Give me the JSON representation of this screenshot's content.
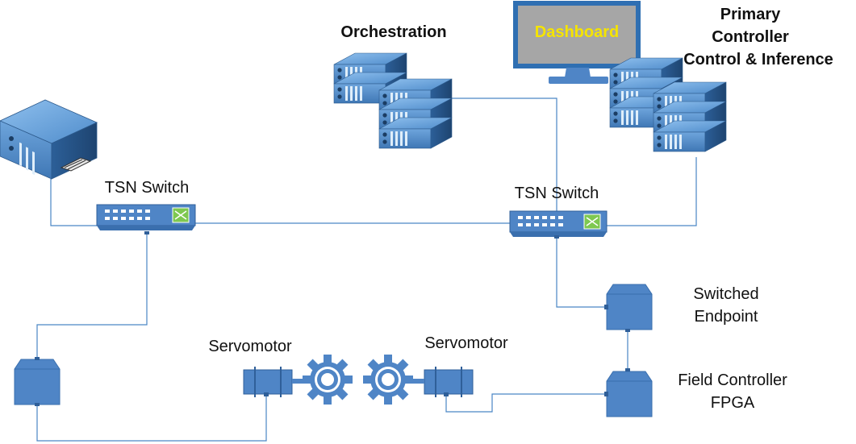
{
  "labels": {
    "orchestration": "Orchestration",
    "dashboard": "Dashboard",
    "primary_controller_line1": "Primary",
    "primary_controller_line2": "Controller",
    "primary_controller_line3": "Control & Inference",
    "tsn_switch_left": "TSN Switch",
    "tsn_switch_right": "TSN Switch",
    "switched_endpoint_line1": "Switched",
    "switched_endpoint_line2": "Endpoint",
    "field_controller_line1": "Field Controller",
    "field_controller_line2": "FPGA",
    "servomotor_left": "Servomotor",
    "servomotor_right": "Servomotor"
  },
  "colors": {
    "link": "#4a86c5",
    "device_fill": "#4f85c6",
    "device_dark": "#2f5f99",
    "server_light": "#6fa6dc",
    "server_dark": "#25507f",
    "dashboard_text": "#f5e400",
    "dashboard_screen": "#a6a6a6"
  },
  "icons": {
    "server": "server-rack-icon",
    "switch": "network-switch-icon",
    "endpoint": "endpoint-box-icon",
    "motor": "servomotor-icon",
    "gear": "gear-icon",
    "monitor": "monitor-icon"
  }
}
